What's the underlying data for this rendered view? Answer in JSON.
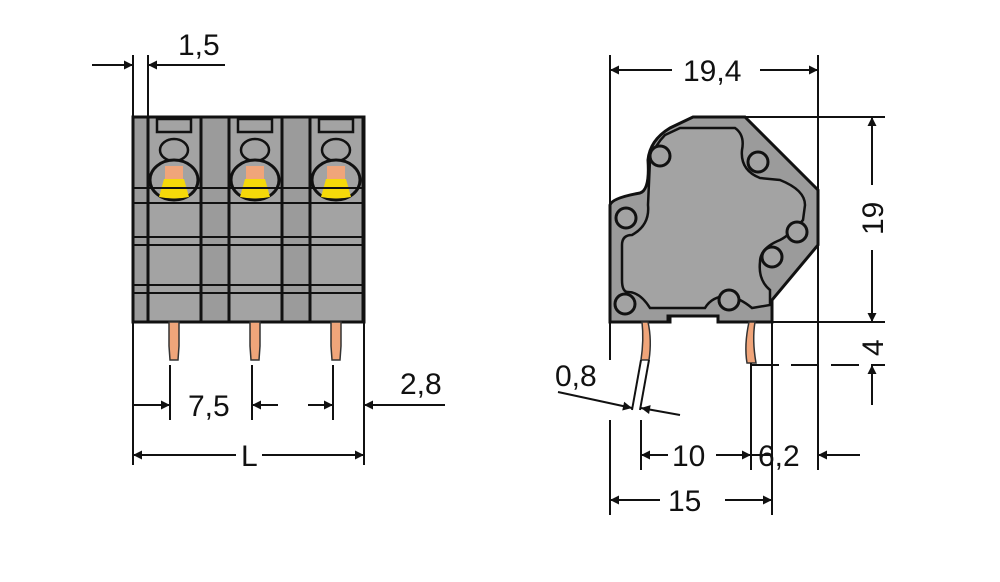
{
  "title": "Terminal block dimensional drawing",
  "front_view": {
    "dimensions": {
      "wall": "1,5",
      "pitch": "7,5",
      "pin_offset": "2,8",
      "length": "L"
    },
    "poles": 3
  },
  "side_view": {
    "dimensions": {
      "width": "19,4",
      "height": "19",
      "pin_length": "4",
      "pin_diameter": "0,8",
      "pin_spacing": "10",
      "pin_to_edge": "6,2",
      "depth": "15"
    }
  },
  "colors": {
    "housing": "#9b9b9b",
    "lever": "#f5d90a",
    "contact": "#f0a57a"
  }
}
